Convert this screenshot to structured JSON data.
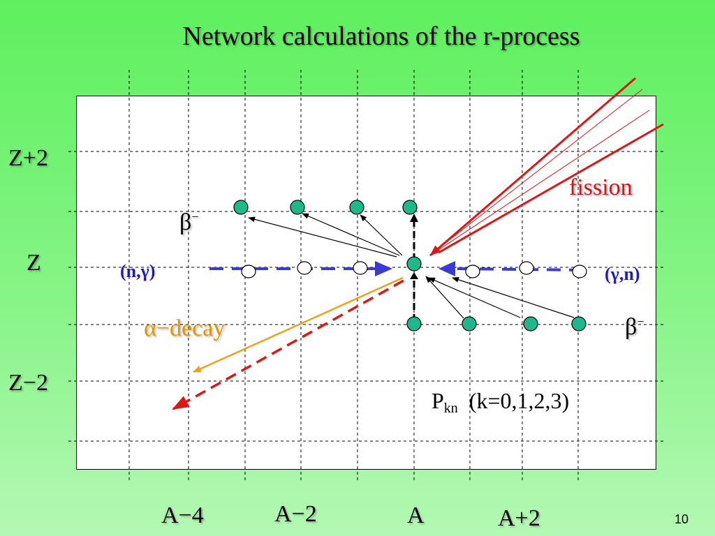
{
  "title": "Network calculations of the r-process",
  "labels": {
    "z_plus_2": "Z+2",
    "z": "Z",
    "z_minus_2": "Z−2",
    "a_minus_4": "A−4",
    "a_minus_2": "A−2",
    "a": "A",
    "a_plus_2": "A+2",
    "n_gamma": "(n,γ)",
    "gamma_n": "(γ,n)",
    "beta_minus_upper": "β",
    "beta_minus_lower": "β",
    "beta_sup": "−",
    "alpha_decay": "α−decay",
    "fission": "fission",
    "pkn_p": "P",
    "pkn_sub": "kn",
    "pkn_rest": "(k=0,1,2,3)"
  },
  "page_number": "10",
  "colors": {
    "nucleus_fill": "#1fb88a",
    "empty_nucleus_fill": "#ffffff",
    "capture_arrow": "#3a3ad6",
    "fission": "#e01515",
    "alpha": "#f0a020",
    "alpha_dashed": "#e01515"
  }
}
